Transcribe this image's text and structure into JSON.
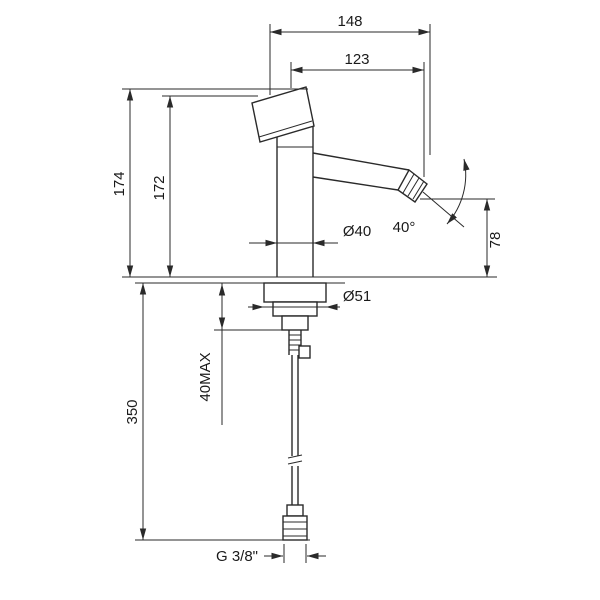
{
  "drawing": {
    "dims": {
      "total_width": "148",
      "spout_projection": "123",
      "total_height": "174",
      "body_height": "172",
      "supply_length": "350",
      "outlet_height": "78",
      "body_diameter": "Ø40",
      "spout_angle": "40°",
      "base_diameter": "Ø51",
      "max_deck_thickness": "40MAX",
      "thread_size": "G 3/8\""
    }
  }
}
